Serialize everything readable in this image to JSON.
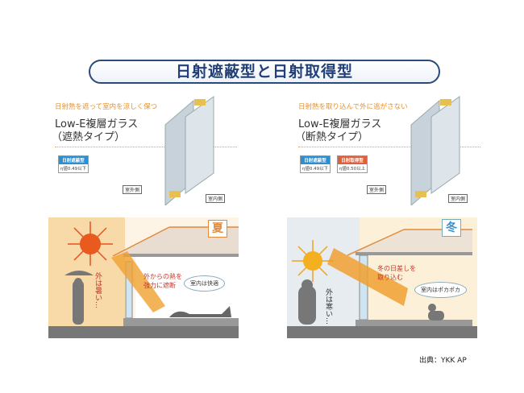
{
  "title": "日射遮蔽型と日射取得型",
  "left": {
    "tagline": "日射熱を遮って室内を涼しく保つ",
    "glass_name": "Low-E複層ガラス",
    "glass_type": "（遮熱タイプ）",
    "badges": [
      {
        "label": "日射遮蔽型",
        "value": "η値0.49以下",
        "color": "#2e8fd0"
      }
    ],
    "outside_label": "室外側",
    "inside_label": "室内側",
    "season": "夏",
    "outside_text": "外は暑い…",
    "effect_text_1": "外からの熱を",
    "effect_text_2": "強力に遮断",
    "bubble": "室内は快適"
  },
  "right": {
    "tagline": "日射熱を取り込んで外に逃がさない",
    "glass_name": "Low-E複層ガラス",
    "glass_type": "（断熱タイプ）",
    "badges": [
      {
        "label": "日射遮蔽型",
        "value": "η値0.49以下",
        "color": "#2e8fd0"
      },
      {
        "label": "日射取得型",
        "value": "η値0.50以上",
        "color": "#e0603a"
      }
    ],
    "outside_label": "室外側",
    "inside_label": "室内側",
    "season": "冬",
    "outside_text": "外は寒い…",
    "effect_text_1": "冬の日差しを",
    "effect_text_2": "取り込む",
    "bubble": "室内はポカポカ"
  },
  "source": "出典：YKK AP"
}
